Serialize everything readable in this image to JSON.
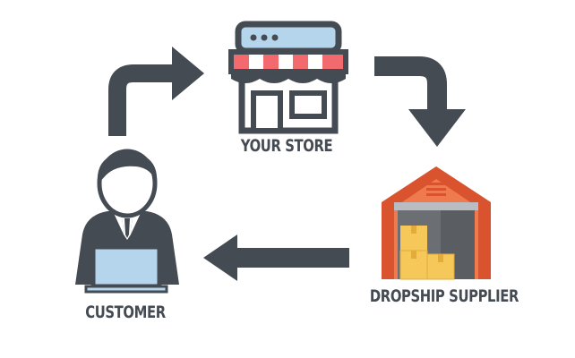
{
  "nodes": {
    "store": {
      "label": "YOUR STORE",
      "icon": "storefront-icon"
    },
    "supplier": {
      "label": "DROPSHIP SUPPLIER",
      "icon": "warehouse-icon"
    },
    "customer": {
      "label": "CUSTOMER",
      "icon": "customer-laptop-icon"
    }
  },
  "flow": [
    {
      "from": "customer",
      "to": "store"
    },
    {
      "from": "store",
      "to": "supplier"
    },
    {
      "from": "supplier",
      "to": "customer"
    }
  ],
  "colors": {
    "dark": "#454b53",
    "awning_red": "#f26a6e",
    "screen_blue": "#b5d5ec",
    "warehouse_orange": "#ef7a4d",
    "warehouse_dark": "#d9532e",
    "door_gray": "#6b6e73",
    "box_yellow": "#f6c85a",
    "box_shade": "#e3ac3a"
  }
}
